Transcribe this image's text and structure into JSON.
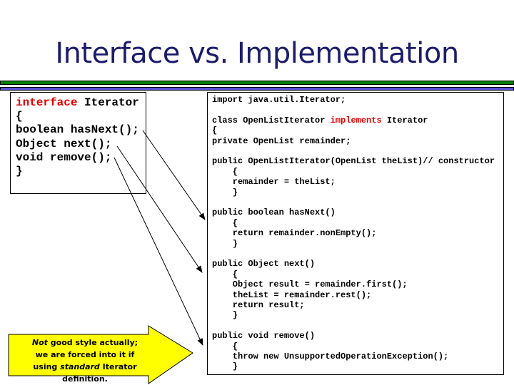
{
  "title": "Interface vs. Implementation",
  "colors": {
    "title": "#1c1c6b",
    "green_bar": "#008000",
    "blue_bar": "#5a50d8",
    "keyword": "#e00000",
    "callout": "#ffff00"
  },
  "interface_code": [
    [
      {
        "t": "interface",
        "kw": true
      },
      {
        "t": " Iterator"
      }
    ],
    [
      {
        "t": "{"
      }
    ],
    [
      {
        "t": "boolean hasNext();"
      }
    ],
    [
      {
        "t": "Object next();"
      }
    ],
    [
      {
        "t": "void remove();"
      }
    ],
    [
      {
        "t": "}"
      }
    ]
  ],
  "impl_code": [
    [
      {
        "t": "import java.util.Iterator;"
      }
    ],
    [],
    [
      {
        "t": "class OpenListIterator "
      },
      {
        "t": "implements",
        "kw": true
      },
      {
        "t": " Iterator"
      }
    ],
    [
      {
        "t": "{"
      }
    ],
    [
      {
        "t": "private OpenList remainder;"
      }
    ],
    [],
    [
      {
        "t": "public OpenListIterator(OpenList theList)// constructor"
      }
    ],
    [
      {
        "t": "    {"
      }
    ],
    [
      {
        "t": "    remainder = theList;"
      }
    ],
    [
      {
        "t": "    }"
      }
    ],
    [],
    [
      {
        "t": "public boolean hasNext()"
      }
    ],
    [
      {
        "t": "    {"
      }
    ],
    [
      {
        "t": "    return remainder.nonEmpty();"
      }
    ],
    [
      {
        "t": "    }"
      }
    ],
    [],
    [
      {
        "t": "public Object next()"
      }
    ],
    [
      {
        "t": "    {"
      }
    ],
    [
      {
        "t": "    Object result = remainder.first();"
      }
    ],
    [
      {
        "t": "    theList = remainder.rest();"
      }
    ],
    [
      {
        "t": "    return result;"
      }
    ],
    [
      {
        "t": "    }"
      }
    ],
    [],
    [
      {
        "t": "public void remove()"
      }
    ],
    [
      {
        "t": "    {"
      }
    ],
    [
      {
        "t": "    throw new UnsupportedOperationException();"
      }
    ],
    [
      {
        "t": "    }"
      }
    ]
  ],
  "note": {
    "l1_em": "Not",
    "l1": " good style actually;",
    "l2": "we are forced into it if",
    "l3a": "using ",
    "l3_em": "standard",
    "l3b": " Iterator definition."
  }
}
